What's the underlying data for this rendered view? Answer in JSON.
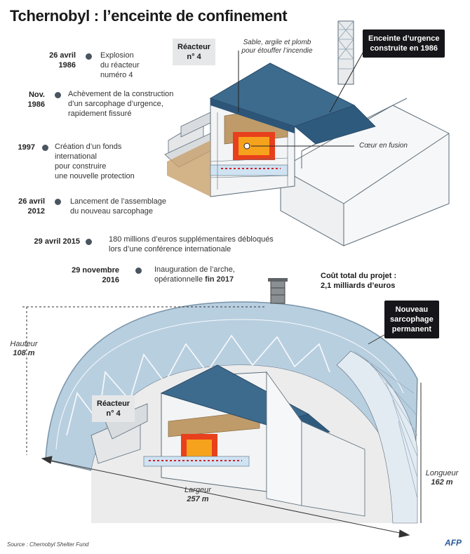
{
  "title": "Tchernobyl : l’enceinte de confinement",
  "timeline": [
    {
      "date": "26 avril\n1986",
      "text": "Explosion\ndu réacteur\nnuméro 4"
    },
    {
      "date": "Nov.\n1986",
      "text": "Achèvement de la construction\nd’un sarcophage d’urgence,\nrapidement fissuré"
    },
    {
      "date": "1997",
      "text": "Création d’un fonds\ninternational\npour construire\nune nouvelle protection"
    },
    {
      "date": "26 avril\n2012",
      "text": "Lancement de l’assemblage\ndu nouveau sarcophage"
    },
    {
      "date": "29 avril 2015",
      "text": "180 millions d’euros supplémentaires débloqués\nlors d’une conférence internationale"
    },
    {
      "date": "29 novembre\n2016",
      "text_a": "Inauguration de l’arche,\nopérationnelle ",
      "text_b": "fin 2017"
    }
  ],
  "labels": {
    "reacteur_top": "Réacteur\nn° 4",
    "reacteur_bottom": "Réacteur\nn° 4",
    "sable_note": "Sable, argile et plomb\npour étouffer l’incendie",
    "coeur": "Cœur en fusion",
    "enceinte_urgence": "Enceinte d’urgence\nconstruite en 1986",
    "nouveau_sarcophage": "Nouveau\nsarcophage\npermanent",
    "cout": "Coût total du projet :\n2,1 milliards d’euros"
  },
  "dimensions": {
    "hauteur_label": "Hauteur",
    "hauteur_value": "108 m",
    "largeur_label": "Largeur",
    "largeur_value": "257 m",
    "longueur_label": "Longueur",
    "longueur_value": "162 m"
  },
  "source": "Source : Chernobyl Shelter Fund",
  "agency": "AFP",
  "colors": {
    "roof": "#3d6b8e",
    "wall": "#f0f1f2",
    "fire": "#e8401c",
    "arch": "#a9c4da",
    "dark": "#16161a"
  }
}
